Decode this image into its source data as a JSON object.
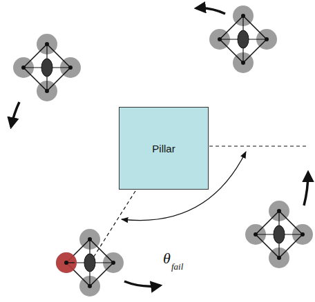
{
  "diagram": {
    "nodes": [
      {
        "text": [
          "Pillar"
        ]
      }
    ],
    "labels": [
      "θ",
      "fail"
    ]
  }
}
